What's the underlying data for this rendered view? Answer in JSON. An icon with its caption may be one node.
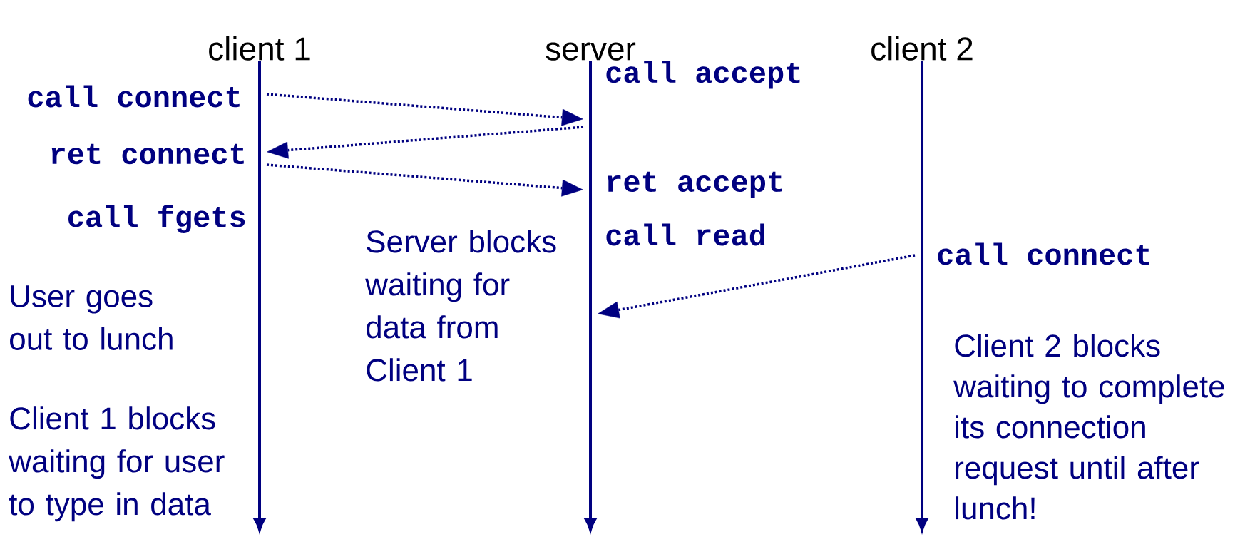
{
  "diagram": {
    "nodes": [
      {
        "text": [
          "client 1"
        ]
      },
      {
        "text": [
          "server"
        ]
      },
      {
        "text": [
          "client 2"
        ]
      }
    ],
    "edges": [
      {
        "from": 0,
        "to": 1,
        "arrow": "to"
      },
      {
        "from": 1,
        "to": 0,
        "arrow": "to"
      },
      {
        "from": 0,
        "to": 1,
        "arrow": "to"
      },
      {
        "from": 2,
        "to": 1,
        "arrow": "to"
      }
    ],
    "labels": [
      "call accept",
      "call connect",
      "ret connect",
      "ret accept",
      "call fgets",
      "call read",
      "Server blocks waiting for data from Client 1",
      "call connect",
      "User goes out to lunch",
      "Client 2 blocks waiting to complete its connection request until after lunch!",
      "Client 1 blocks waiting for user to type in data"
    ]
  }
}
